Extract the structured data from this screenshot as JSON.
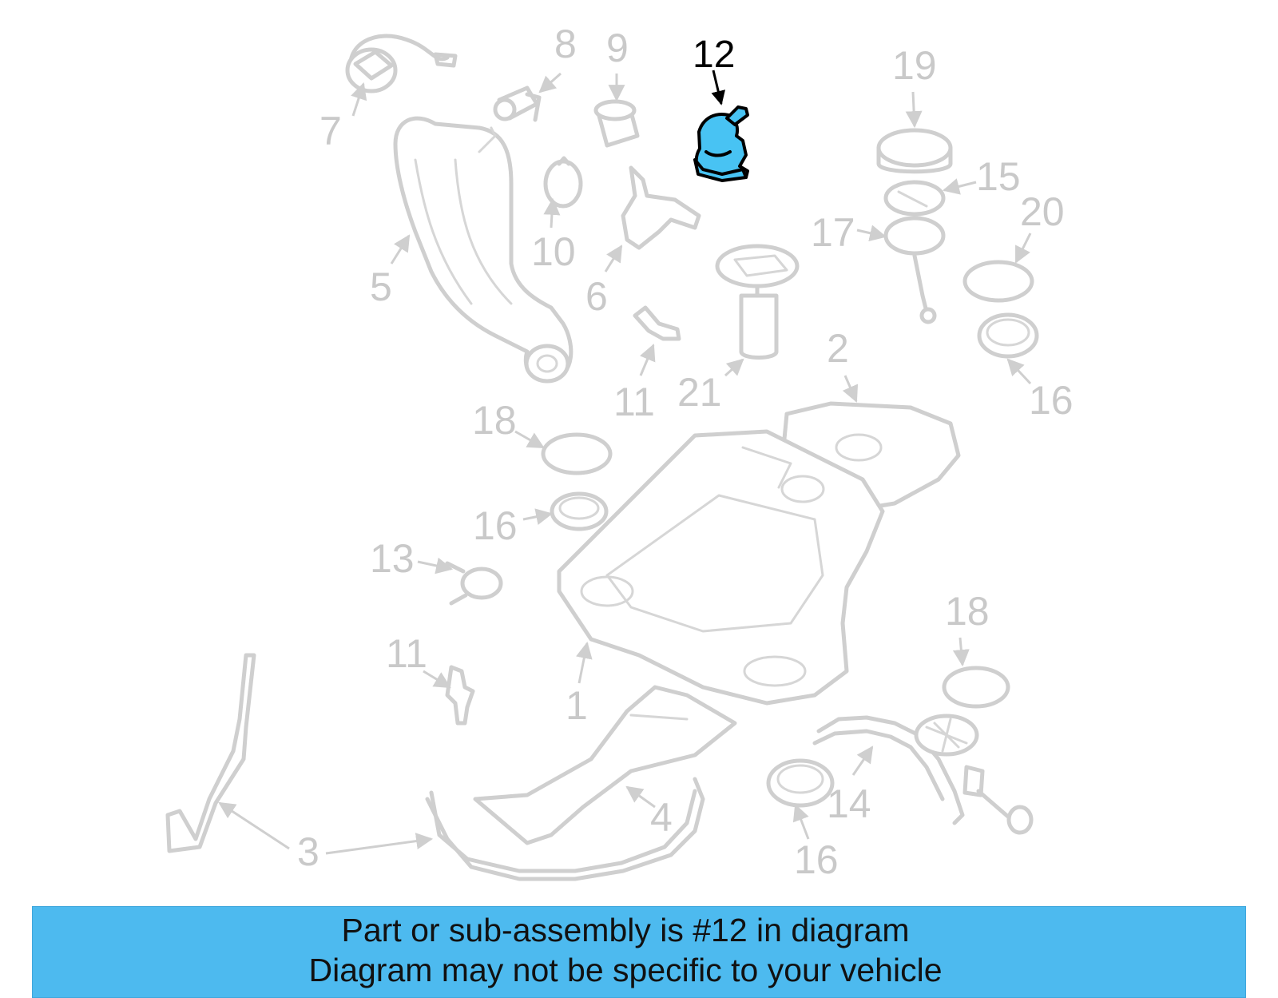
{
  "colors": {
    "banner_bg": "#4dbaef",
    "highlight_part": "#48c3f3",
    "part_outline": "#cfcfcf",
    "label_gray": "#c9c9c9",
    "label_highlight": "#000000"
  },
  "highlighted_part": "12",
  "labels": [
    "12",
    "19",
    "15",
    "20",
    "17",
    "16",
    "2",
    "21",
    "11",
    "18",
    "16",
    "13",
    "11",
    "1",
    "18",
    "14",
    "4",
    "3",
    "16",
    "7",
    "8",
    "9",
    "10",
    "5",
    "6"
  ],
  "banner": {
    "line1": "Part or sub-assembly is #12 in diagram",
    "line2": "Diagram may not be specific to your vehicle"
  }
}
